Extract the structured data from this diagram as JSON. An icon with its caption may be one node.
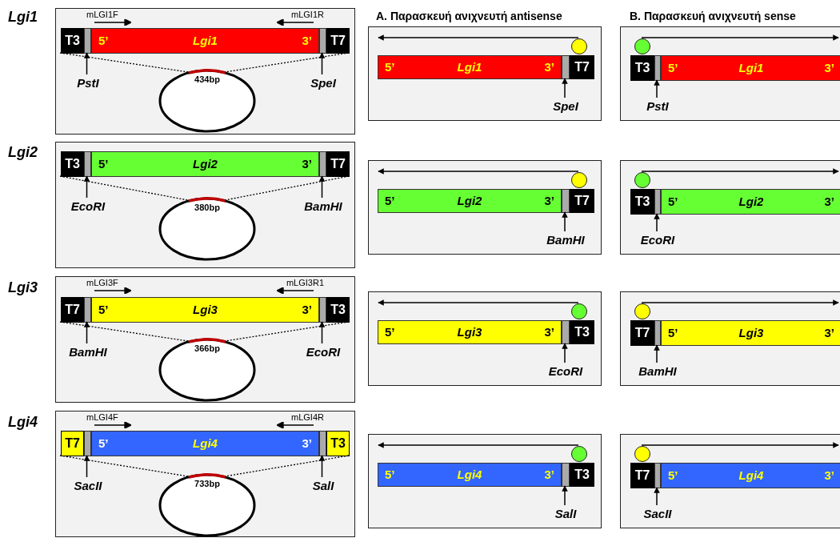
{
  "diagram": {
    "nodes": [
      {
        "text": [],
        "shape": "box"
      },
      {
        "text": [
          "T3"
        ],
        "in": 0
      },
      {
        "text": [],
        "shape": "bar",
        "in": 0
      },
      {
        "text": [
          "5’",
          "Lgi1",
          "3’"
        ],
        "in": 0
      },
      {
        "text": [],
        "shape": "bar",
        "in": 0
      },
      {
        "text": [
          "T7"
        ],
        "in": 0
      },
      {
        "text": [
          "PstI"
        ],
        "in": 0
      },
      {
        "text": [
          "SpeI"
        ],
        "in": 0
      },
      {
        "text": [
          "434bp"
        ],
        "in": 0
      },
      {
        "text": [],
        "shape": "box"
      },
      {
        "text": [],
        "shape": "circle",
        "in": 9
      },
      {
        "text": [
          "5’",
          "Lgi1",
          "3’"
        ],
        "in": 9
      },
      {
        "text": [],
        "shape": "bar",
        "in": 9
      },
      {
        "text": [
          "T7"
        ],
        "in": 9
      },
      {
        "text": [
          "SpeI"
        ],
        "in": 9
      },
      {
        "text": [],
        "shape": "box"
      },
      {
        "text": [],
        "shape": "circle",
        "in": 15
      },
      {
        "text": [
          "T3"
        ],
        "in": 15
      },
      {
        "text": [],
        "shape": "bar",
        "in": 15
      },
      {
        "text": [
          "5’",
          "Lgi1",
          "3’"
        ],
        "in": 15
      },
      {
        "text": [
          "PstI"
        ],
        "in": 15
      },
      {
        "text": [],
        "shape": "box"
      },
      {
        "text": [
          "T3"
        ],
        "in": 21
      },
      {
        "text": [],
        "shape": "bar",
        "in": 21
      },
      {
        "text": [
          "5’",
          "Lgi2",
          "3’"
        ],
        "in": 21
      },
      {
        "text": [],
        "shape": "bar",
        "in": 21
      },
      {
        "text": [
          "T7"
        ],
        "in": 21
      },
      {
        "text": [
          "EcoRI"
        ],
        "in": 21
      },
      {
        "text": [
          "BamHI"
        ],
        "in": 21
      },
      {
        "text": [
          "380bp"
        ],
        "in": 21
      },
      {
        "text": [],
        "shape": "box"
      },
      {
        "text": [],
        "shape": "circle",
        "in": 30
      },
      {
        "text": [
          "5’",
          "Lgi2",
          "3’"
        ],
        "in": 30
      },
      {
        "text": [],
        "shape": "bar",
        "in": 30
      },
      {
        "text": [
          "T7"
        ],
        "in": 30
      },
      {
        "text": [
          "BamHI"
        ],
        "in": 30
      },
      {
        "text": [],
        "shape": "box"
      },
      {
        "text": [],
        "shape": "circle",
        "in": 36
      },
      {
        "text": [
          "T3"
        ],
        "in": 36
      },
      {
        "text": [],
        "shape": "bar",
        "in": 36
      },
      {
        "text": [
          "5’",
          "Lgi2",
          "3’"
        ],
        "in": 36
      },
      {
        "text": [
          "EcoRI"
        ],
        "in": 36
      },
      {
        "text": [],
        "shape": "box"
      },
      {
        "text": [
          "T7"
        ],
        "in": 42
      },
      {
        "text": [],
        "shape": "bar",
        "in": 42
      },
      {
        "text": [
          "5’",
          "Lgi3",
          "3’"
        ],
        "in": 42
      },
      {
        "text": [],
        "shape": "bar",
        "in": 42
      },
      {
        "text": [
          "T3"
        ],
        "in": 42
      },
      {
        "text": [
          "BamHI"
        ],
        "in": 42
      },
      {
        "text": [
          "EcoRI"
        ],
        "in": 42
      },
      {
        "text": [
          "366bp"
        ],
        "in": 42
      },
      {
        "text": [],
        "shape": "box"
      },
      {
        "text": [],
        "shape": "circle",
        "in": 51
      },
      {
        "text": [
          "5’",
          "Lgi3",
          "3’"
        ],
        "in": 51
      },
      {
        "text": [],
        "shape": "bar",
        "in": 51
      },
      {
        "text": [
          "T3"
        ],
        "in": 51
      },
      {
        "text": [
          "EcoRI"
        ],
        "in": 51
      },
      {
        "text": [],
        "shape": "box"
      },
      {
        "text": [],
        "shape": "circle",
        "in": 57
      },
      {
        "text": [
          "T7"
        ],
        "in": 57
      },
      {
        "text": [],
        "shape": "bar",
        "in": 57
      },
      {
        "text": [
          "5’",
          "Lgi3",
          "3’"
        ],
        "in": 57
      },
      {
        "text": [
          "BamHI"
        ],
        "in": 57
      },
      {
        "text": [],
        "shape": "box"
      },
      {
        "text": [
          "T7"
        ],
        "in": 63
      },
      {
        "text": [],
        "shape": "bar",
        "in": 63
      },
      {
        "text": [
          "5’",
          "Lgi4",
          "3’"
        ],
        "in": 63
      },
      {
        "text": [],
        "shape": "bar",
        "in": 63
      },
      {
        "text": [
          "T3"
        ],
        "in": 63
      },
      {
        "text": [
          "SacII"
        ],
        "in": 63
      },
      {
        "text": [
          "SalI"
        ],
        "in": 63
      },
      {
        "text": [
          "733bp"
        ],
        "in": 63
      },
      {
        "text": [],
        "shape": "box"
      },
      {
        "text": [],
        "shape": "circle",
        "in": 72
      },
      {
        "text": [
          "5’",
          "Lgi4",
          "3’"
        ],
        "in": 72
      },
      {
        "text": [],
        "shape": "bar",
        "in": 72
      },
      {
        "text": [
          "T3"
        ],
        "in": 72
      },
      {
        "text": [
          "SalI"
        ],
        "in": 72
      },
      {
        "text": [],
        "shape": "box"
      },
      {
        "text": [],
        "shape": "circle",
        "in": 78
      },
      {
        "text": [
          "T7"
        ],
        "in": 78
      },
      {
        "text": [],
        "shape": "bar",
        "in": 78
      },
      {
        "text": [
          "5’",
          "Lgi4",
          "3’"
        ],
        "in": 78
      },
      {
        "text": [
          "SacII"
        ],
        "in": 78
      }
    ],
    "edges": [
      {
        "from": 6,
        "to": 2,
        "arrow": "to"
      },
      {
        "from": 7,
        "to": 4,
        "arrow": "to"
      },
      {
        "from": 1,
        "to": 8,
        "arrow": "none",
        "style": "dashed"
      },
      {
        "from": 5,
        "to": 8,
        "arrow": "none",
        "style": "dashed"
      },
      {
        "from": 10,
        "to": null,
        "arrow": "to"
      },
      {
        "from": 14,
        "to": 12,
        "arrow": "to"
      },
      {
        "from": 16,
        "to": null,
        "arrow": "to"
      },
      {
        "from": 20,
        "to": 18,
        "arrow": "to"
      },
      {
        "from": 27,
        "to": 23,
        "arrow": "to"
      },
      {
        "from": 28,
        "to": 25,
        "arrow": "to"
      },
      {
        "from": 22,
        "to": 29,
        "arrow": "none",
        "style": "dashed"
      },
      {
        "from": 26,
        "to": 29,
        "arrow": "none",
        "style": "dashed"
      },
      {
        "from": 31,
        "to": null,
        "arrow": "to"
      },
      {
        "from": 35,
        "to": 33,
        "arrow": "to"
      },
      {
        "from": 37,
        "to": null,
        "arrow": "to"
      },
      {
        "from": 41,
        "to": 39,
        "arrow": "to"
      },
      {
        "from": 48,
        "to": 44,
        "arrow": "to"
      },
      {
        "from": 49,
        "to": 46,
        "arrow": "to"
      },
      {
        "from": 43,
        "to": 50,
        "arrow": "none",
        "style": "dashed"
      },
      {
        "from": 47,
        "to": 50,
        "arrow": "none",
        "style": "dashed"
      },
      {
        "from": 52,
        "to": null,
        "arrow": "to"
      },
      {
        "from": 56,
        "to": 54,
        "arrow": "to"
      },
      {
        "from": 58,
        "to": null,
        "arrow": "to"
      },
      {
        "from": 62,
        "to": 60,
        "arrow": "to"
      },
      {
        "from": 69,
        "to": 65,
        "arrow": "to"
      },
      {
        "from": 70,
        "to": 67,
        "arrow": "to"
      },
      {
        "from": 64,
        "to": 71,
        "arrow": "none",
        "style": "dashed"
      },
      {
        "from": 68,
        "to": 71,
        "arrow": "none",
        "style": "dashed"
      },
      {
        "from": 73,
        "to": null,
        "arrow": "to"
      },
      {
        "from": 77,
        "to": 75,
        "arrow": "to"
      },
      {
        "from": 79,
        "to": null,
        "arrow": "to"
      },
      {
        "from": 83,
        "to": 81,
        "arrow": "to"
      }
    ],
    "labels": [
      "Lgi1",
      "mLGI1F",
      "mLGI1R",
      "A. Παρασκευή ανιχνευτή antisense",
      "B. Παρασκευή ανιχνευτή sense",
      "Lgi2",
      "Lgi3",
      "mLGI3F",
      "mLGI3R1",
      "Lgi4",
      "mLGI4F",
      "mLGI4R"
    ]
  }
}
